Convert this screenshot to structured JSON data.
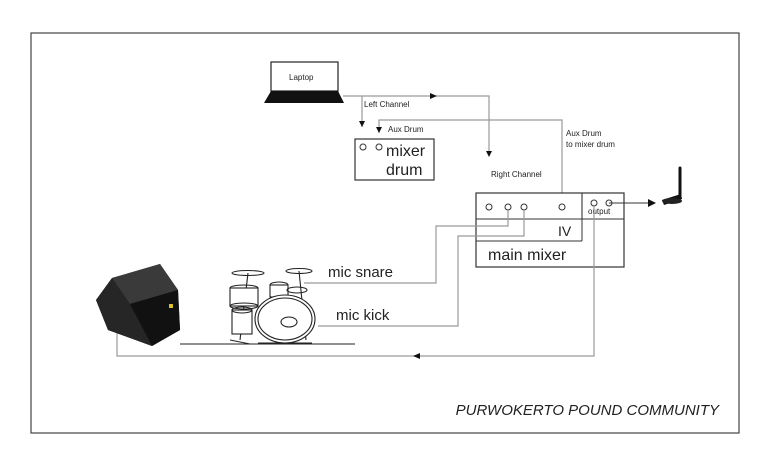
{
  "diagram": {
    "laptop": {
      "label": "Laptop"
    },
    "wires": {
      "left_channel": "Left Channel",
      "aux_drum": "Aux Drum",
      "aux_drum_to_mixer_line1": "Aux Drum",
      "aux_drum_to_mixer_line2": "to mixer drum",
      "right_channel": "Right Channel",
      "mic_snare": "mic snare",
      "mic_kick": "mic kick"
    },
    "mixer_drum": {
      "line1": "mixer",
      "line2": "drum"
    },
    "main_mixer": {
      "roman": "IV",
      "label": "main mixer",
      "output_label": "output"
    },
    "footer": {
      "credit": "PURWOKERTO POUND COMMUNITY"
    }
  }
}
